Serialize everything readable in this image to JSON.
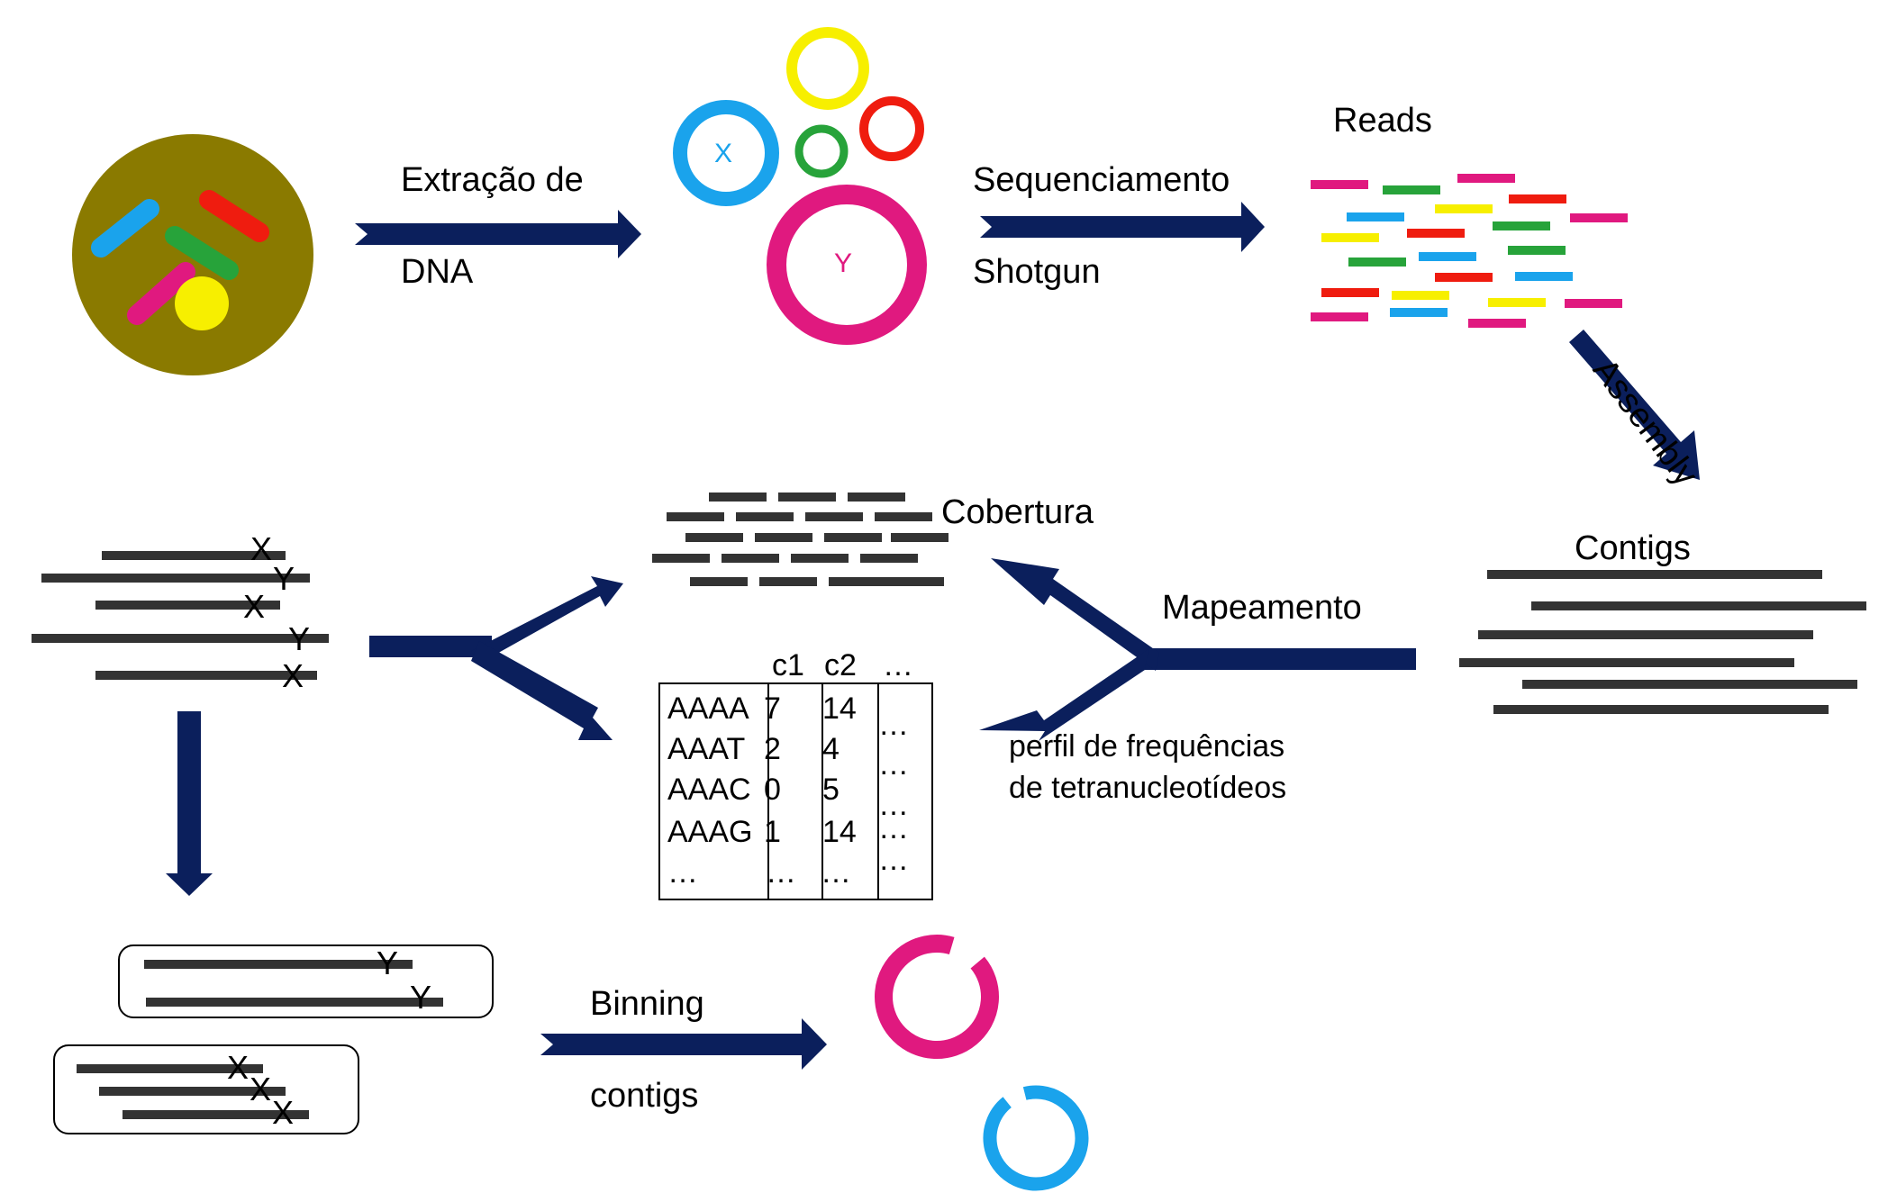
{
  "steps": {
    "extraction_line1": "Extração de",
    "extraction_line2": "DNA",
    "sequencing_line1": "Sequenciamento",
    "sequencing_line2": "Shotgun",
    "reads": "Reads",
    "assembly": "Assembly",
    "contigs": "Contigs",
    "mapping": "Mapeamento",
    "coverage": "Cobertura",
    "profile_line1": "perfil de frequências",
    "profile_line2": "de tetranucleotídeos",
    "binning_line1": "Binning",
    "binning_line2": "contigs"
  },
  "genome_labels": {
    "x": "X",
    "y": "Y"
  },
  "tetra_table": {
    "headers": [
      "c1",
      "c2",
      "…"
    ],
    "rows": [
      [
        "AAAA",
        "7",
        "14",
        "…"
      ],
      [
        "AAAT",
        "2",
        "4",
        "…"
      ],
      [
        "AAAC",
        "0",
        "5",
        "…"
      ],
      [
        "AAAG",
        "1",
        "14",
        "…"
      ],
      [
        "…",
        "…",
        "…",
        "…"
      ]
    ]
  },
  "contig_markers": [
    "X",
    "Y",
    "X",
    "Y",
    "X"
  ],
  "bin_markers_y": [
    "Y",
    "Y"
  ],
  "bin_markers_x": [
    "X",
    "X",
    "X"
  ],
  "colors": {
    "arrow": "#0b1f5c",
    "cell": "#8a7a00",
    "blue": "#1aa3ec",
    "red": "#ef1c0f",
    "green": "#27a33a",
    "magenta": "#e0197f",
    "yellow": "#f7ef00",
    "bar": "#333333"
  }
}
